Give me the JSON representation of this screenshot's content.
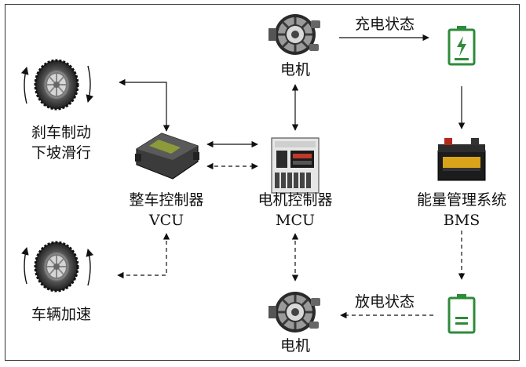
{
  "labels": {
    "motor_top": "电机",
    "motor_bottom": "电机",
    "charge_state": "充电状态",
    "discharge_state": "放电状态",
    "brake_line1": "刹车制动",
    "brake_line2": "下坡滑行",
    "accelerate": "车辆加速",
    "vcu_name": "整车控制器",
    "vcu_abbr": "VCU",
    "mcu_name": "电机控制器",
    "mcu_abbr": "MCU",
    "bms_name": "能量管理系统",
    "bms_abbr": "BMS"
  },
  "icons": {
    "motor": "alternator-motor-icon",
    "wheel": "tire-wheel-icon",
    "vcu": "ecu-module-icon",
    "mcu": "controller-panel-icon",
    "battery": "car-battery-icon",
    "charge": "battery-charging-icon",
    "discharge": "battery-discharging-icon"
  },
  "colors": {
    "battery_icon": "#2e8b3a",
    "line": "#111111",
    "mcu_display": "#c0392b"
  }
}
